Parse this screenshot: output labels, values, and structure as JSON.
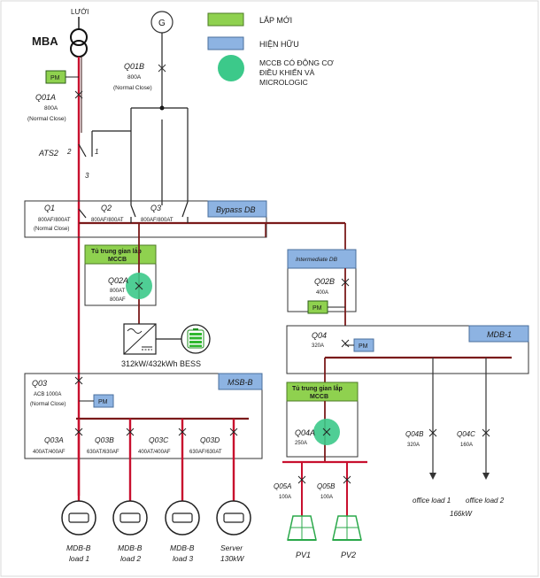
{
  "legend": {
    "new_label": "LẮP MỚI",
    "existing_label": "HIỆN HỮU",
    "mccb_label_line1": "MCCB CÓ ĐỘNG CƠ",
    "mccb_label_line2": "ĐIỀU KHIỂN VÀ",
    "mccb_label_line3": "MICROLOGIC",
    "new_color": "#8fd14f",
    "existing_color": "#8db3e2",
    "mccb_color": "#3cc98a"
  },
  "source": {
    "grid_label": "LƯỚI",
    "transformer_label": "MBA",
    "generator_label": "G"
  },
  "breakers": {
    "q01b_name": "Q01B",
    "q01b_rating": "800A",
    "q01b_state": "(Normal Close)",
    "q01a_name": "Q01A",
    "q01a_rating": "800A",
    "q01a_state": "(Normal Close)",
    "pm_label": "PM",
    "ats_name": "ATS2",
    "ats_pos1": "1",
    "ats_pos2": "2",
    "ats_pos3": "3"
  },
  "bypass_db": {
    "title": "Bypass DB",
    "q1_name": "Q1",
    "q1_rating": "800AF/800AT",
    "q1_state": "(Normal Close)",
    "q2_name": "Q2",
    "q2_rating": "800AF/800AT",
    "q3_name": "Q3",
    "q3_rating": "800AF/800AT"
  },
  "bess_panel": {
    "title_line1": "Tủ trung gian lắp",
    "title_line2": "MCCB",
    "breaker_name": "Q02A",
    "rating1": "800AT",
    "rating2": "800AF",
    "bess_label": "312kW/432kWh BESS"
  },
  "intermediate_db": {
    "title": "Intermediate DB",
    "breaker_name": "Q02B",
    "rating": "400A",
    "pm_label": "PM"
  },
  "mdb1": {
    "title": "MDB-1",
    "q04_name": "Q04",
    "q04_rating": "320A",
    "pm_label": "PM",
    "q04b_name": "Q04B",
    "q04b_rating": "320A",
    "q04c_name": "Q04C",
    "q04c_rating": "160A",
    "load1_label": "office load 1",
    "load2_label": "office load 2",
    "load_total": "166kW"
  },
  "pv_panel": {
    "title_line1": "Tủ trung gian lắp",
    "title_line2": "MCCB",
    "breaker_name": "Q04A",
    "rating": "250A",
    "q05a_name": "Q05A",
    "q05a_rating": "100A",
    "q05b_name": "Q05B",
    "q05b_rating": "100A",
    "pv1_label": "PV1",
    "pv2_label": "PV2"
  },
  "msb_b": {
    "title": "MSB-B",
    "q03_name": "Q03",
    "q03_rating": "ACB 1000A",
    "q03_state": "(Normal Close)",
    "pm_label": "PM",
    "q03a_name": "Q03A",
    "q03a_rating": "400AT/400AF",
    "q03b_name": "Q03B",
    "q03b_rating": "630AT/630AF",
    "q03c_name": "Q03C",
    "q03c_rating": "400AT/400AF",
    "q03d_name": "Q03D",
    "q03d_rating": "630AF/630AT",
    "load1_line1": "MDB-B",
    "load1_line2": "load 1",
    "load2_line1": "MDB-B",
    "load2_line2": "load 2",
    "load3_line1": "MDB-B",
    "load3_line2": "load 3",
    "load4_line1": "Server",
    "load4_line2": "130kW"
  }
}
